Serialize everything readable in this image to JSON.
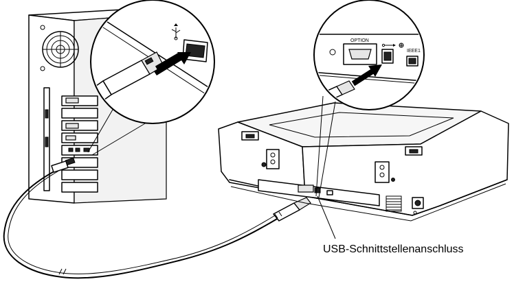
{
  "callout_label": "USB-Schnittstellenanschluss",
  "scanner_port_labels": {
    "option": "OPTION",
    "ieee": "IEEE1"
  },
  "icons": [
    "usb-symbol-icon",
    "usb-symbol-icon-scanner"
  ]
}
